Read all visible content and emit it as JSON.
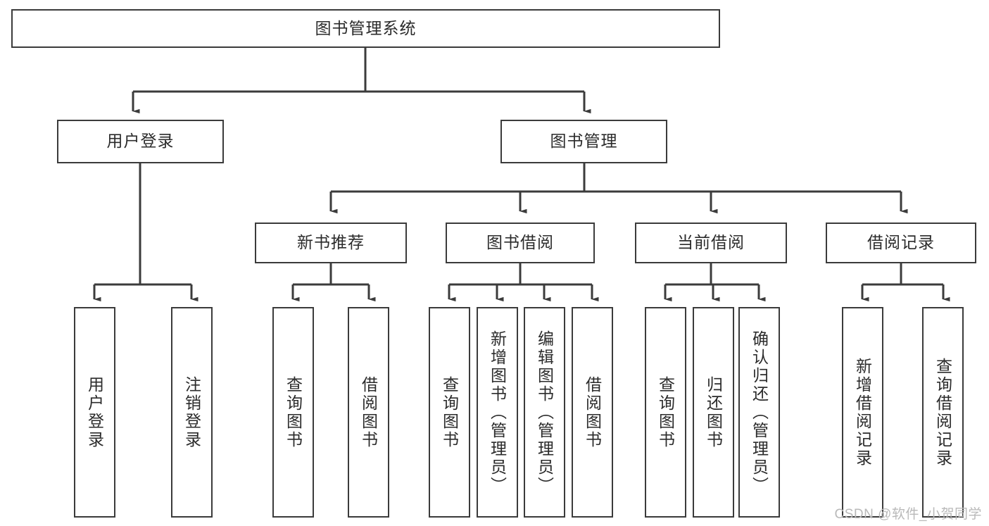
{
  "diagram": {
    "title": "图书管理系统",
    "type": "tree-hierarchy-diagram",
    "colors": {
      "stroke": "#3b3b3b",
      "fill": "#ffffff",
      "text": "#2b2b2b",
      "watermark": "#b9b9b9"
    },
    "root": {
      "label": "图书管理系统",
      "orientation": "horizontal"
    },
    "level2": [
      {
        "label": "用户登录",
        "orientation": "horizontal"
      },
      {
        "label": "图书管理",
        "orientation": "horizontal"
      }
    ],
    "level3": [
      {
        "label": "新书推荐",
        "orientation": "horizontal"
      },
      {
        "label": "图书借阅",
        "orientation": "horizontal"
      },
      {
        "label": "当前借阅",
        "orientation": "horizontal"
      },
      {
        "label": "借阅记录",
        "orientation": "horizontal"
      }
    ],
    "leaves": {
      "user_login": [
        {
          "label": "用户登录",
          "orientation": "vertical"
        },
        {
          "label": "注销登录",
          "orientation": "vertical"
        }
      ],
      "new_book_recommend": [
        {
          "label": "查询图书",
          "orientation": "vertical"
        },
        {
          "label": "借阅图书",
          "orientation": "vertical"
        }
      ],
      "book_borrow": [
        {
          "label": "查询图书",
          "orientation": "vertical"
        },
        {
          "label": "新增图书（管理员）",
          "orientation": "vertical"
        },
        {
          "label": "编辑图书（管理员）",
          "orientation": "vertical"
        },
        {
          "label": "借阅图书",
          "orientation": "vertical"
        }
      ],
      "current_borrow": [
        {
          "label": "查询图书",
          "orientation": "vertical"
        },
        {
          "label": "归还图书",
          "orientation": "vertical"
        },
        {
          "label": "确认归还（管理员）",
          "orientation": "vertical"
        }
      ],
      "borrow_record": [
        {
          "label": "新增借阅记录",
          "orientation": "vertical"
        },
        {
          "label": "查询借阅记录",
          "orientation": "vertical"
        }
      ]
    },
    "watermark": "CSDN @软件_小贺同学"
  }
}
